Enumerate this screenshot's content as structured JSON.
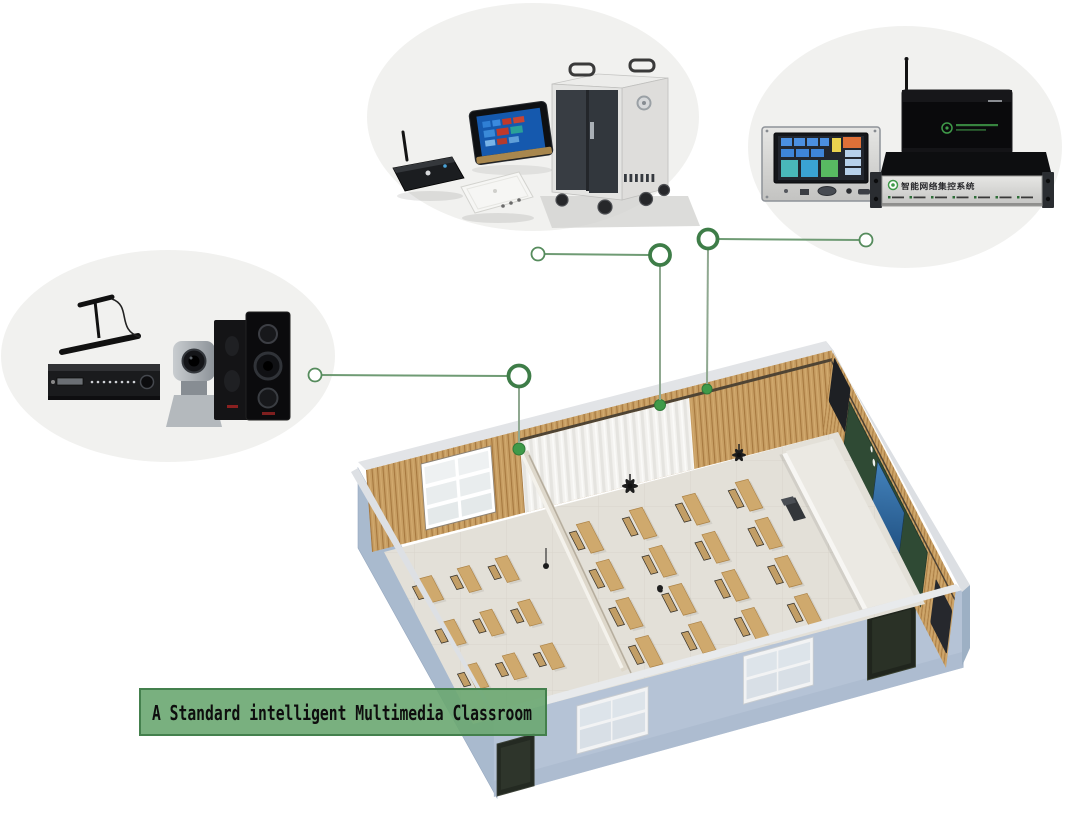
{
  "banner": {
    "text": "A Standard intelligent Multimedia Classroom",
    "bg": "#6aa771",
    "border": "#44804d",
    "text_color": "#0e0e0e"
  },
  "bubbles": {
    "av": {
      "name": "audio-video-equipment",
      "items": [
        "ceiling-microphone",
        "power-amplifier",
        "ptz-camera",
        "speaker-pair"
      ]
    },
    "mobile": {
      "name": "mobile-learning-equipment",
      "items": [
        "tablet",
        "wireless-router",
        "access-point",
        "tablet-charging-cart"
      ]
    },
    "control": {
      "name": "central-control-equipment",
      "items": [
        "touch-control-panel",
        "wireless-receiver",
        "central-control-host"
      ],
      "host_label": "智能网络集控系统"
    }
  },
  "classroom": {
    "name": "standard-multimedia-classroom-3d"
  },
  "palette": {
    "background": "#ffffff",
    "bubble_bg": "#f1f1ef",
    "connector_line": "#6f9b74",
    "connector_ring": "#3e7d48",
    "connector_node": "#3f9a49",
    "exterior_wall": "#b5c3d6",
    "wood_wall": "#c79e63",
    "floor": "#e3e0d8",
    "chalkboard": "#2f4a34",
    "screen": "#2f6fa5",
    "stage": "#ebe9e3",
    "desk": "#cfa96d"
  }
}
